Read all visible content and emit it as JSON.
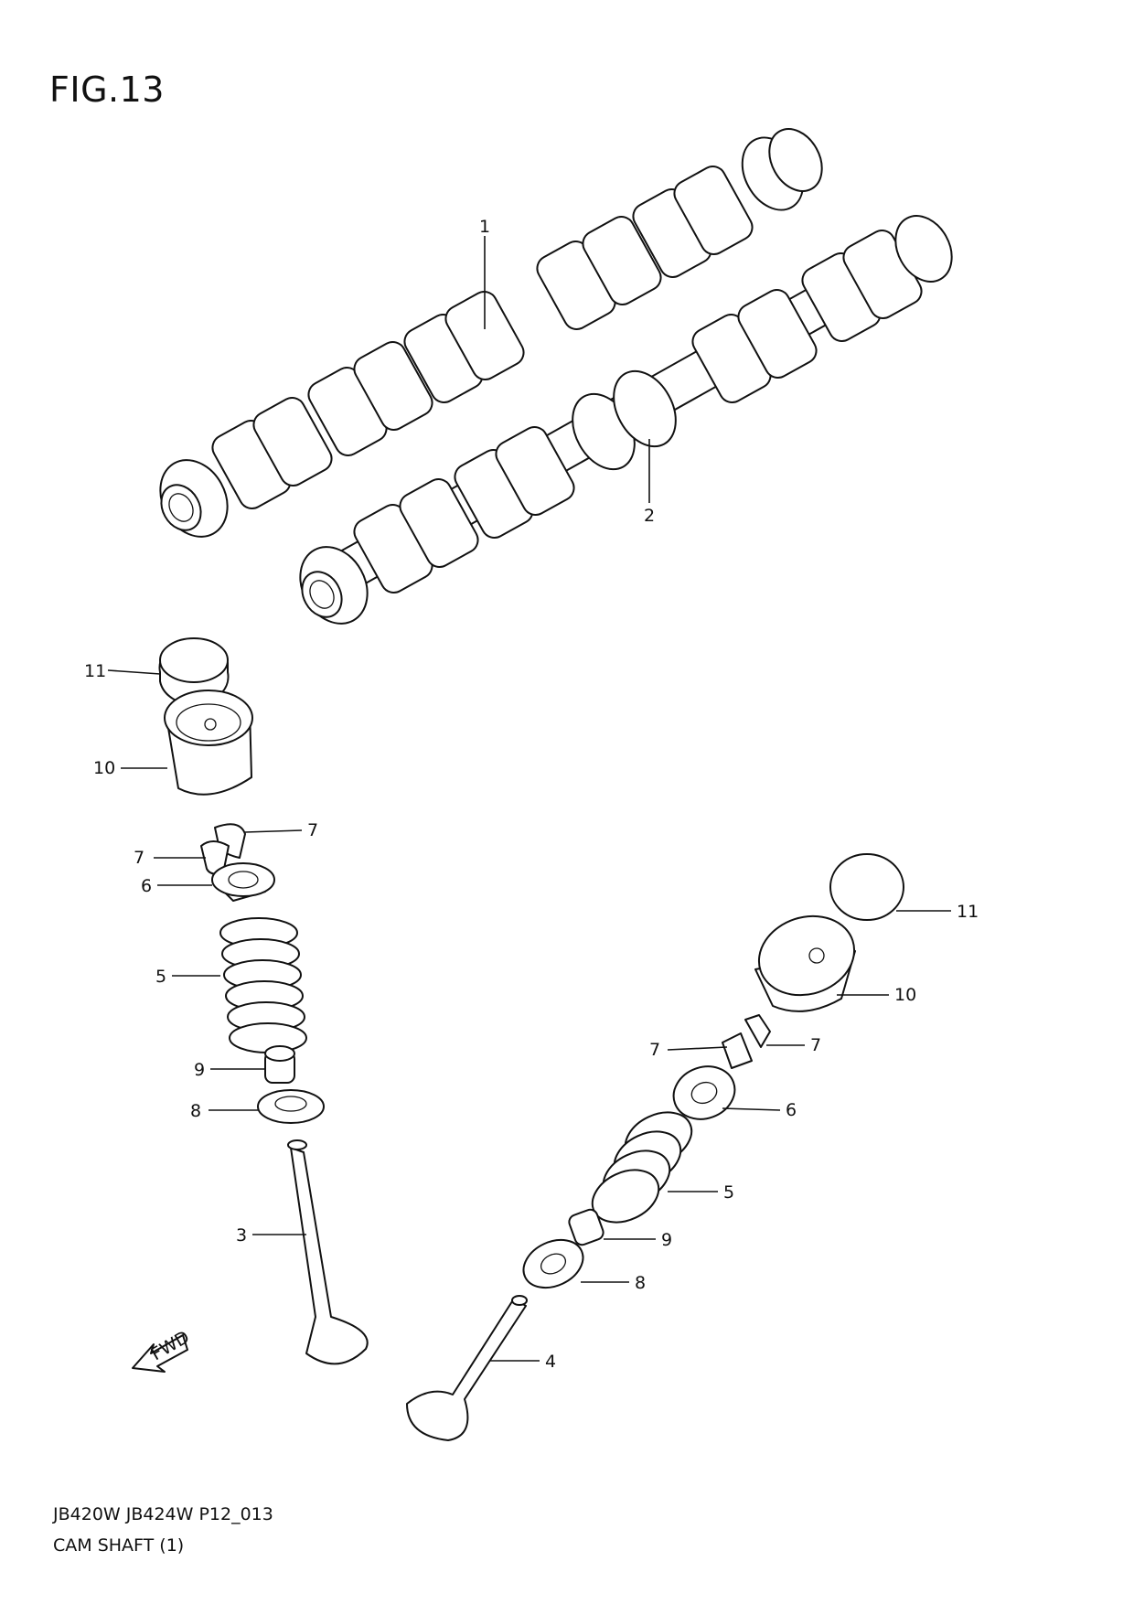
{
  "figure": {
    "title": "FIG.13",
    "code": "JB420W JB424W P12_013",
    "caption": "CAM SHAFT (1)"
  },
  "callouts": {
    "c1": "1",
    "c2": "2",
    "c3": "3",
    "c4": "4",
    "c5a": "5",
    "c5b": "5",
    "c6a": "6",
    "c6b": "6",
    "c7a": "7",
    "c7b": "7",
    "c7c": "7",
    "c7d": "7",
    "c8a": "8",
    "c8b": "8",
    "c9a": "9",
    "c9b": "9",
    "c10a": "10",
    "c10b": "10",
    "c11a": "11",
    "c11b": "11"
  },
  "fwd_label": "FWD"
}
